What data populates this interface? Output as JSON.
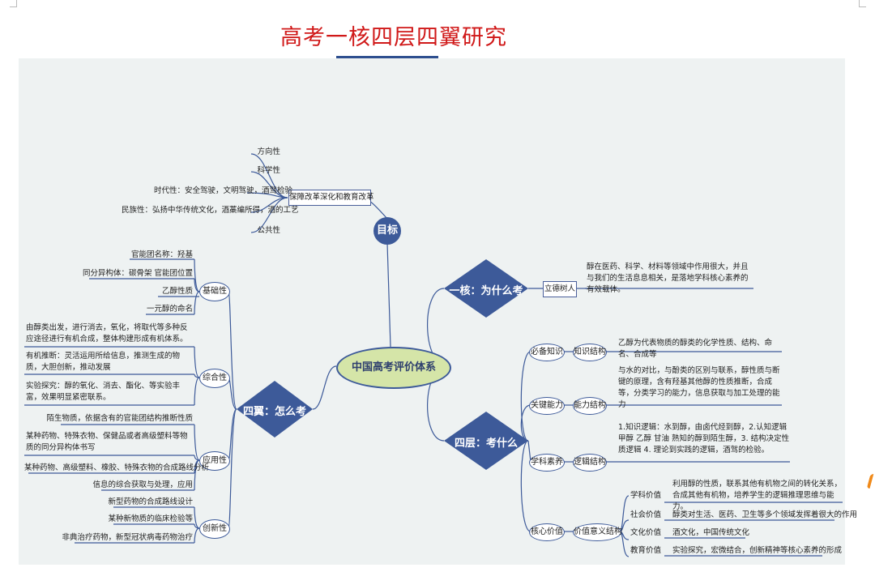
{
  "title": "高考一核四层四翼研究",
  "center": "中国高考评价体系",
  "goal": {
    "label": "目标",
    "reform": "保障改革深化和教育改革",
    "leaves": [
      "方向性",
      "科学性",
      "时代性：安全驾驶，文明驾驶，酒驾检验",
      "民族性：弘扬中华传统文化，酒藁编所得，酒的工艺",
      "公共性"
    ]
  },
  "core": {
    "label": "一核：为什么考",
    "node": "立德树人",
    "text": "醇在医药、科学、材料等领域中作用很大，并且与我们的生活息息相关，是落地学科核心素养的有效载体。"
  },
  "layers": {
    "label": "四层：考什么",
    "items": [
      {
        "name": "必备知识",
        "sub": "知识结构",
        "text": "乙醇为代表物质的醇类的化学性质、结构、命名、合成等"
      },
      {
        "name": "关键能力",
        "sub": "能力结构",
        "text": "与水的对比，与酚类的区别与联系，醇性质与断键的原理，含有羟基其他醇的性质推断，合成等，分类学习的能力，信息获取与加工处理的能力"
      },
      {
        "name": "学科素养",
        "sub": "逻辑结构",
        "text": "1.知识逻辑：水到醇，由卤代烃到醇，2.认知逻辑甲醇 乙醇 甘油 熟知的醇到陌生醇，3. 结构决定性质逻辑 4. 理论到实践的逻辑，酒驾的检验。"
      },
      {
        "name": "核心价值",
        "sub": "价值意义结构",
        "values": [
          {
            "k": "学科价值",
            "v": "利用醇的性质，联系其他有机物之间的转化关系，合成其他有机物，培养学生的逻辑推理思维与能力。"
          },
          {
            "k": "社会价值",
            "v": "醇类对生活、医药、卫生等多个领域发挥着很大的作用"
          },
          {
            "k": "文化价值",
            "v": "酒文化，中国传统文化"
          },
          {
            "k": "教育价值",
            "v": "实验探究，宏微结合，创新精神等核心素养的形成"
          }
        ]
      }
    ]
  },
  "wings": {
    "label": "四翼：怎么考",
    "basic": {
      "name": "基础性",
      "leaves": [
        "官能团名称：羟基",
        "同分异构体：碳骨架 官能团位置",
        "乙醇性质",
        "一元醇的命名"
      ]
    },
    "comprehensive": {
      "name": "综合性",
      "leaves": [
        "由醇类出发，进行消去，氧化，将取代等多种反应途径进行有机合成，整体构建形成有机体系。",
        "有机推断：灵活运用所给信息，推测生成的物质，大胆创新，推动发展",
        "实验探究：醇的氧化、消去、酯化、等实验丰富，效果明显紧密联系。"
      ]
    },
    "applied": {
      "name": "应用性",
      "leaves": [
        "陌生物质，依据含有的官能团结构推断性质",
        "某种药物、特殊衣物、保健品或者高级塑料等物质的同分异构体书写",
        "某种药物、高级塑料、橡胶、特殊衣物的合成路线分析",
        "信息的综合获取与处理，应用"
      ]
    },
    "innovative": {
      "name": "创新性",
      "leaves": [
        "新型药物的合成路线设计",
        "某种新物质的临床检验等",
        "非典治疗药物，新型冠状病毒药物治疗"
      ]
    }
  },
  "colors": {
    "node": "#3d5a99",
    "center_fill": "#d5e5a8",
    "title": "#d01818",
    "canvas": "#eef2f2"
  }
}
